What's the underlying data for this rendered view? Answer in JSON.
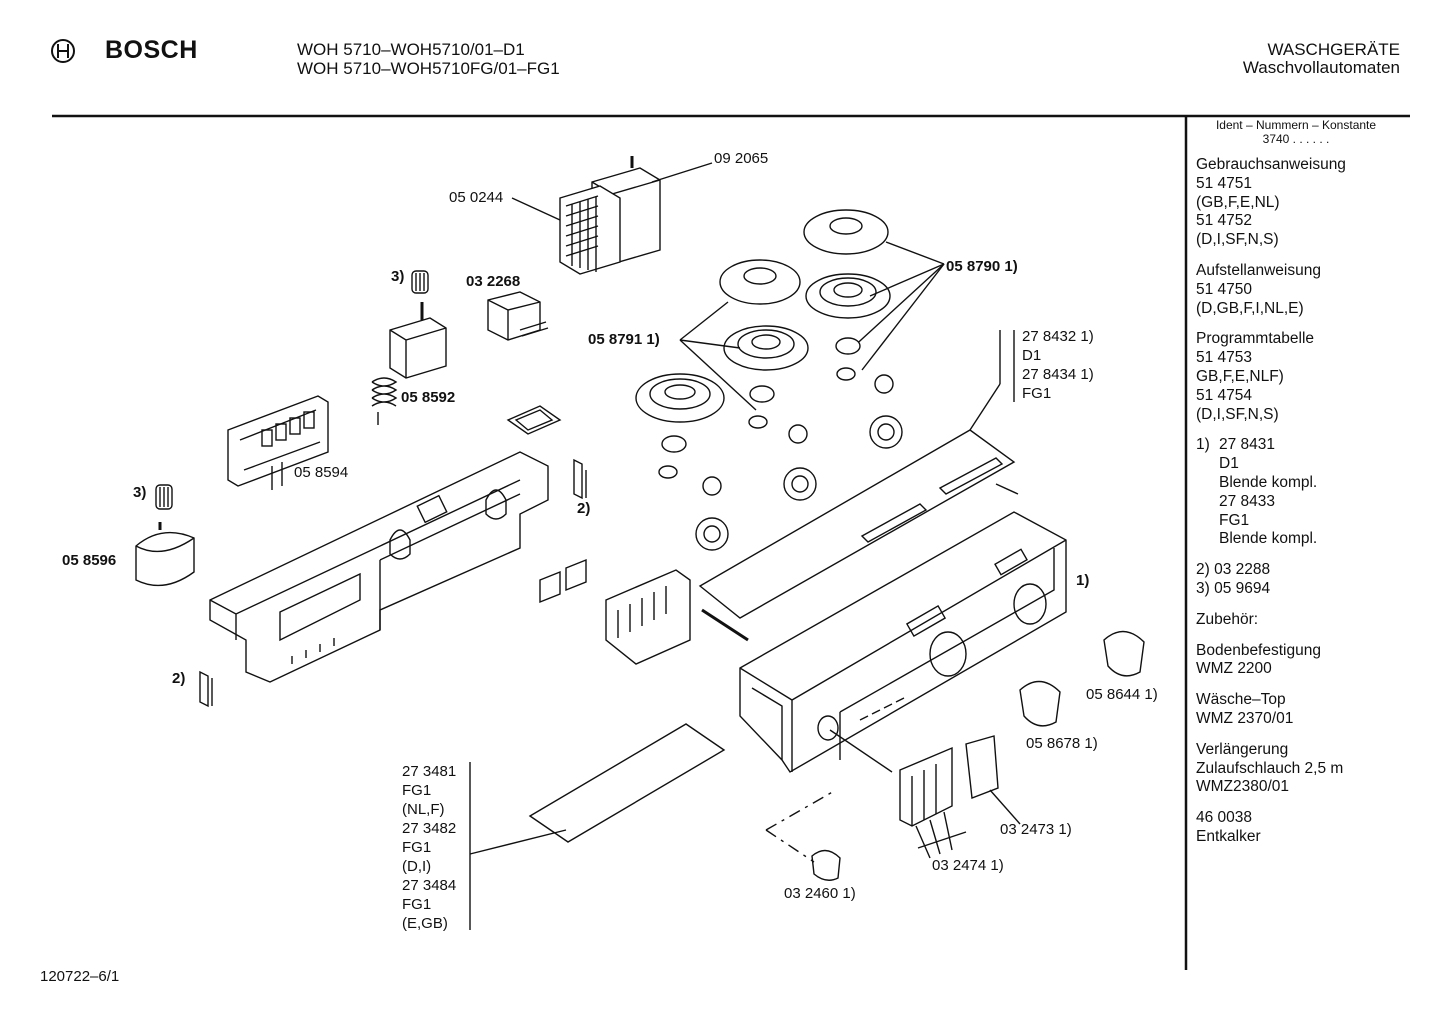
{
  "brand": {
    "name": "BOSCH",
    "icon": "bosch-armature-logo"
  },
  "header": {
    "model_line1": "WOH 5710–WOH5710/01–D1",
    "model_line2": "WOH 5710–WOH5710FG/01–FG1",
    "category": "WASCHGERÄTE",
    "subcategory": "Waschvollautomaten"
  },
  "labels": {
    "p092065": "09 2065",
    "p050244": "05 0244",
    "n3a": "3)",
    "p032268": "03 2268",
    "p058590": "05 8790 1)",
    "p058791": "05 8791 1)",
    "p058592": "05 8592",
    "p058594": "05 8594",
    "n3b": "3)",
    "p058596": "05 8596",
    "n2a": "2)",
    "n2b": "2)",
    "n1": "1)",
    "p278432": "27 8432 1)",
    "d1": "D1",
    "p278434": "27 8434 1)",
    "fg1": "FG1",
    "p058644": "05 8644 1)",
    "p058678": "05 8678 1)",
    "p032473": "03 2473 1)",
    "p032474": "03 2474 1)",
    "p032460": "03 2460 1)",
    "panel_list": [
      "27 3481",
      "FG1",
      "(NL,F)",
      "27 3482",
      "FG1",
      "(D,I)",
      "27 3484",
      "FG1",
      "(E,GB)"
    ]
  },
  "sidebar": {
    "ident_title": "Ident – Nummern – Konstante",
    "ident_value": "3740 .  .  .  .  .  .",
    "blocks": [
      [
        "Gebrauchsanweisung",
        "51 4751",
        "(GB,F,E,NL)",
        "51 4752",
        "(D,I,SF,N,S)"
      ],
      [
        "Aufstellanweisung",
        "51 4750",
        "(D,GB,F,I,NL,E)"
      ],
      [
        "Programmtabelle",
        "51 4753",
        "GB,F,E,NLF)",
        "51 4754",
        "(D,I,SF,N,S)"
      ]
    ],
    "note1": {
      "num": "1)",
      "lines": [
        "27 8431",
        "D1",
        "Blende kompl.",
        "27 8433",
        "FG1",
        "Blende kompl."
      ]
    },
    "note2": "2)  03 2288",
    "note3": "3)  05 9694",
    "zubehoer": "Zubehör:",
    "accessories": [
      [
        "Bodenbefestigung",
        "WMZ 2200"
      ],
      [
        "Wäsche–Top",
        "WMZ 2370/01"
      ],
      [
        "Verlängerung",
        "Zulaufschlauch 2,5 m",
        "WMZ2380/01"
      ],
      [
        "46 0038",
        "Entkalker"
      ]
    ]
  },
  "footer": {
    "code": "120722–6/1"
  }
}
